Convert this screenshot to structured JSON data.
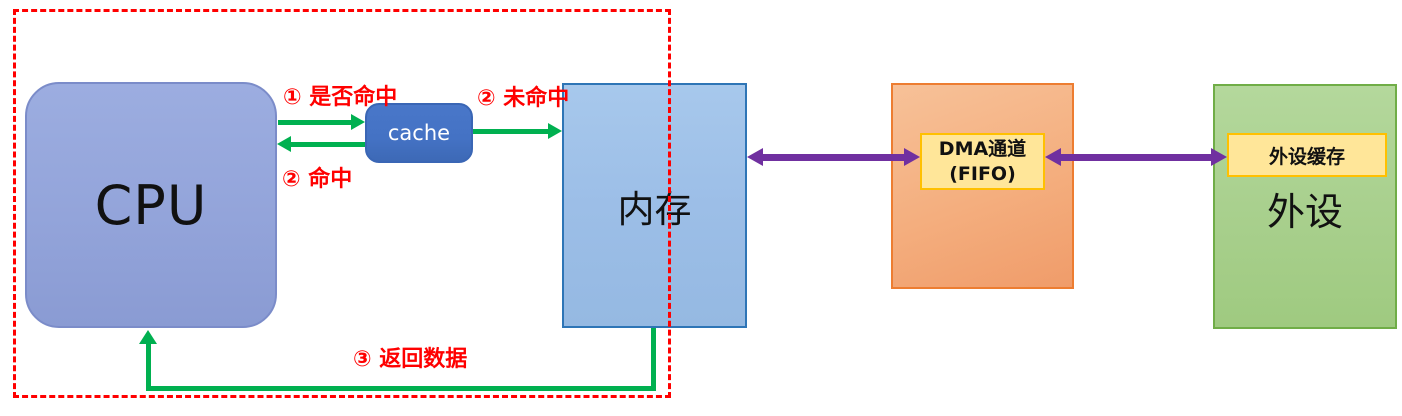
{
  "nodes": {
    "cpu": {
      "label": "CPU"
    },
    "cache": {
      "label": "cache"
    },
    "memory": {
      "label": "内存"
    },
    "dma_channel": {
      "line1": "DMA通道",
      "line2": "(FIFO)"
    },
    "peripheral": {
      "label": "外设",
      "buffer_label": "外设缓存"
    }
  },
  "annotations": {
    "step1_hit_query": "① 是否命中",
    "step2_miss": "② 未命中",
    "step2_hit": "② 命中",
    "step3_return_data": "③ 返回数据"
  },
  "colors": {
    "annotation_red": "#FF0000",
    "boundary_dashed_red": "#FF0000",
    "flow_arrow_green": "#00B050",
    "bus_arrow_purple": "#7030A0",
    "cpu_fill": "#93A4DA",
    "cpu_border": "#7B8CC9",
    "cache_fill": "#4472C4",
    "memory_fill": "#9CBEE7",
    "memory_border": "#2E75B6",
    "dma_fill": "#F4AE7E",
    "dma_border": "#ED7D31",
    "peripheral_fill": "#A9D08E",
    "peripheral_border": "#70AD47",
    "label_box_fill": "#FFE699",
    "label_box_border": "#FFC000"
  }
}
